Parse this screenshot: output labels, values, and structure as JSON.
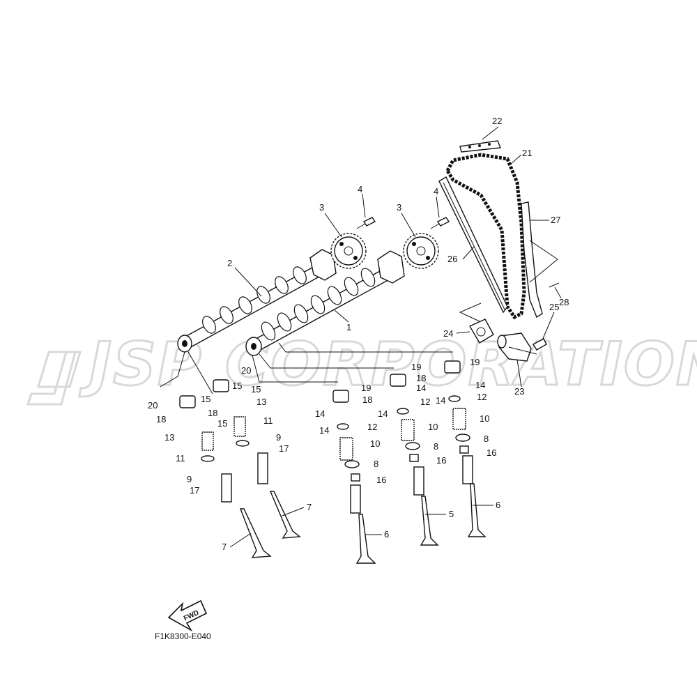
{
  "watermark": {
    "text": "JSP CORPORATION"
  },
  "diagram_code": "F1K8300-E040",
  "fwd_label": "FWD",
  "callouts": {
    "c1": "1",
    "c2": "2",
    "c3a": "3",
    "c3b": "3",
    "c4a": "4",
    "c4b": "4",
    "c5": "5",
    "c6a": "6",
    "c6b": "6",
    "c7a": "7",
    "c7b": "7",
    "c8a": "8",
    "c8b": "8",
    "c8c": "8",
    "c9a": "9",
    "c9b": "9",
    "c10a": "10",
    "c10b": "10",
    "c10c": "10",
    "c11a": "11",
    "c11b": "11",
    "c12a": "12",
    "c12b": "12",
    "c12c": "12",
    "c13a": "13",
    "c13b": "13",
    "c14a": "14",
    "c14b": "14",
    "c14c": "14",
    "c14d": "14",
    "c14e": "14",
    "c14f": "14",
    "c15a": "15",
    "c15b": "15",
    "c15c": "15",
    "c15d": "15",
    "c16a": "16",
    "c16b": "16",
    "c16c": "16",
    "c17a": "17",
    "c17b": "17",
    "c18a": "18",
    "c18b": "18",
    "c18c": "18",
    "c18d": "18",
    "c19a": "19",
    "c19b": "19",
    "c19c": "19",
    "c20a": "20",
    "c20b": "20",
    "c21": "21",
    "c22": "22",
    "c23": "23",
    "c24": "24",
    "c25": "25",
    "c26": "26",
    "c27": "27",
    "c28": "28"
  }
}
